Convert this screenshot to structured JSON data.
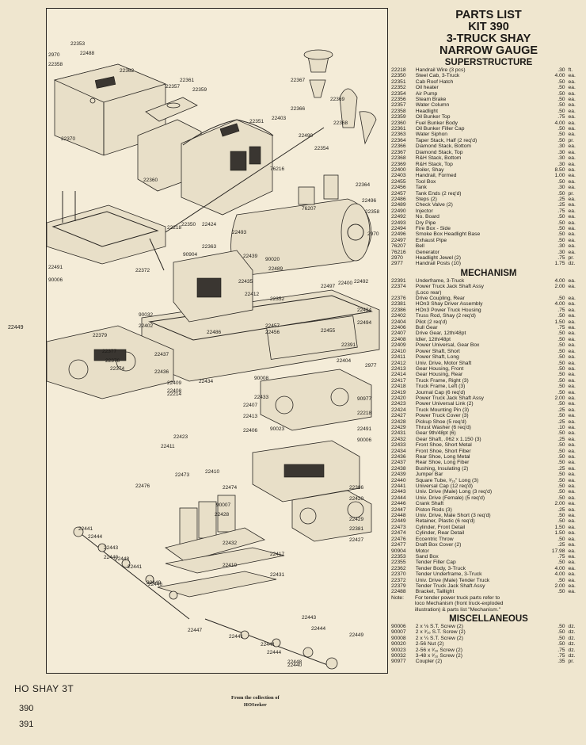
{
  "footer": {
    "model": "HO SHAY 3T",
    "kit_numbers": [
      "390",
      "391"
    ],
    "credit_line1": "From the collection of",
    "credit_line2": "HOSeeker"
  },
  "header": {
    "title_line1": "PARTS LIST",
    "title_line2": "KIT 390",
    "title_line3": "3-TRUCK SHAY",
    "title_line4": "NARROW GAUGE"
  },
  "sections": {
    "superstructure": {
      "title": "SUPERSTRUCTURE",
      "items": [
        {
          "num": "22218",
          "desc": "Handrail Wire (3 pcs)",
          "price": ".30",
          "unit": "ft."
        },
        {
          "num": "22350",
          "desc": "Steel Cab, 3-Truck",
          "price": "4.00",
          "unit": "ea."
        },
        {
          "num": "22351",
          "desc": "Cab Roof Hatch",
          "price": ".50",
          "unit": "ea."
        },
        {
          "num": "22352",
          "desc": "Oil heater",
          "price": ".50",
          "unit": "ea."
        },
        {
          "num": "22354",
          "desc": "Air Pump",
          "price": ".50",
          "unit": "ea."
        },
        {
          "num": "22356",
          "desc": "Steam Brake",
          "price": ".50",
          "unit": "ea."
        },
        {
          "num": "22357",
          "desc": "Water Column",
          "price": ".50",
          "unit": "ea."
        },
        {
          "num": "22358",
          "desc": "Headlight",
          "price": ".50",
          "unit": "ea."
        },
        {
          "num": "22359",
          "desc": "Oil Bunker Top",
          "price": ".75",
          "unit": "ea."
        },
        {
          "num": "22360",
          "desc": "Fuel Bunker Body",
          "price": "4.00",
          "unit": "ea."
        },
        {
          "num": "22361",
          "desc": "Oil Bunker Filler Cap",
          "price": ".50",
          "unit": "ea."
        },
        {
          "num": "22363",
          "desc": "Water Siphon",
          "price": ".50",
          "unit": "ea."
        },
        {
          "num": "22364",
          "desc": "Taper Stack, Half (2 req'd)",
          "price": ".50",
          "unit": "pr."
        },
        {
          "num": "22366",
          "desc": "Diamond Stack, Bottom",
          "price": ".30",
          "unit": "ea."
        },
        {
          "num": "22367",
          "desc": "Diamond Stack, Top",
          "price": ".30",
          "unit": "ea."
        },
        {
          "num": "22368",
          "desc": "R&H Stack, Bottom",
          "price": ".30",
          "unit": "ea."
        },
        {
          "num": "22369",
          "desc": "R&H Stack, Top",
          "price": ".30",
          "unit": "ea."
        },
        {
          "num": "22400",
          "desc": "Boiler, Shay",
          "price": "8.50",
          "unit": "ea."
        },
        {
          "num": "22403",
          "desc": "Handrail, Formed",
          "price": "1.00",
          "unit": "ea."
        },
        {
          "num": "22455",
          "desc": "Tool Box",
          "price": ".50",
          "unit": "ea."
        },
        {
          "num": "22456",
          "desc": "Tank",
          "price": ".30",
          "unit": "ea."
        },
        {
          "num": "22457",
          "desc": "Tank Ends (2 req'd)",
          "price": ".50",
          "unit": "pr."
        },
        {
          "num": "22486",
          "desc": "Steps (2)",
          "price": ".25",
          "unit": "ea."
        },
        {
          "num": "22489",
          "desc": "Check Valve (2)",
          "price": ".25",
          "unit": "ea."
        },
        {
          "num": "22490",
          "desc": "Injector",
          "price": ".75",
          "unit": "ea."
        },
        {
          "num": "22492",
          "desc": "No. Board",
          "price": ".50",
          "unit": "ea."
        },
        {
          "num": "22493",
          "desc": "Dry Pipe",
          "price": ".50",
          "unit": "ea."
        },
        {
          "num": "22494",
          "desc": "Fire Box - Side",
          "price": ".50",
          "unit": "ea."
        },
        {
          "num": "22496",
          "desc": "Smoke Box Headlight Base",
          "price": ".50",
          "unit": "ea."
        },
        {
          "num": "22497",
          "desc": "Exhaust Pipe",
          "price": ".50",
          "unit": "ea."
        },
        {
          "num": "76207",
          "desc": "Bell",
          "price": ".30",
          "unit": "ea."
        },
        {
          "num": "76216",
          "desc": "Generator",
          "price": ".30",
          "unit": "ea."
        },
        {
          "num": "2970",
          "desc": "Headlight Jewel (2)",
          "price": ".75",
          "unit": "pr."
        },
        {
          "num": "2977",
          "desc": "Handrail Posts (10)",
          "price": "1.75",
          "unit": "dz."
        }
      ]
    },
    "mechanism": {
      "title": "MECHANISM",
      "items": [
        {
          "num": "22391",
          "desc": "Underframe, 3-Truck",
          "price": "4.00",
          "unit": "ea."
        },
        {
          "num": "22374",
          "desc": "Power Truck Jack Shaft Assy",
          "price": "2.00",
          "unit": "ea."
        },
        {
          "num": "",
          "desc": "(Loco rear)",
          "price": "",
          "unit": ""
        },
        {
          "num": "22376",
          "desc": "Drive Coupling, Rear",
          "price": ".50",
          "unit": "ea."
        },
        {
          "num": "22381",
          "desc": "HOn3 Shay Driver Assembly",
          "price": "4.00",
          "unit": "ea."
        },
        {
          "num": "22386",
          "desc": "HOn3 Power Truck Housing",
          "price": ".75",
          "unit": "ea."
        },
        {
          "num": "22402",
          "desc": "Truss Rod, Shay (2 req'd)",
          "price": ".50",
          "unit": "ea."
        },
        {
          "num": "22404",
          "desc": "Pilot (2 req'd)",
          "price": "1.50",
          "unit": "ea."
        },
        {
          "num": "22406",
          "desc": "Bull Gear",
          "price": ".75",
          "unit": "ea."
        },
        {
          "num": "22407",
          "desc": "Drive Gear, 12th/48pt",
          "price": ".50",
          "unit": "ea."
        },
        {
          "num": "22408",
          "desc": "Idler, 12th/48pt",
          "price": ".50",
          "unit": "ea."
        },
        {
          "num": "22409",
          "desc": "Power Universal, Gear Box",
          "price": ".50",
          "unit": "ea."
        },
        {
          "num": "22410",
          "desc": "Power Shaft, Short",
          "price": ".50",
          "unit": "ea."
        },
        {
          "num": "22411",
          "desc": "Power Shaft, Long",
          "price": ".50",
          "unit": "ea."
        },
        {
          "num": "22412",
          "desc": "Univ. Drive, Motor Shaft",
          "price": ".50",
          "unit": "ea."
        },
        {
          "num": "22413",
          "desc": "Gear Housing, Front",
          "price": ".50",
          "unit": "ea."
        },
        {
          "num": "22414",
          "desc": "Gear Housing, Rear",
          "price": ".50",
          "unit": "ea."
        },
        {
          "num": "22417",
          "desc": "Truck Frame, Right (3)",
          "price": ".50",
          "unit": "ea."
        },
        {
          "num": "22418",
          "desc": "Truck Frame, Left (3)",
          "price": ".50",
          "unit": "ea."
        },
        {
          "num": "22419",
          "desc": "Journal Cap (6 req'd)",
          "price": ".50",
          "unit": "ea."
        },
        {
          "num": "22420",
          "desc": "Power Truck Jack Shaft Assy",
          "price": "2.00",
          "unit": "ea."
        },
        {
          "num": "22423",
          "desc": "Power Universal Link (2)",
          "price": ".50",
          "unit": "ea."
        },
        {
          "num": "22424",
          "desc": "Truck Mounting Pin (3)",
          "price": ".25",
          "unit": "ea."
        },
        {
          "num": "22427",
          "desc": "Power Truck Cover (3)",
          "price": ".50",
          "unit": "ea."
        },
        {
          "num": "22428",
          "desc": "Pickup Shoe (5 req'd)",
          "price": ".25",
          "unit": "ea."
        },
        {
          "num": "22429",
          "desc": "Thrust Washer (6 req'd)",
          "price": ".10",
          "unit": "ea."
        },
        {
          "num": "22431",
          "desc": "Gear 9th/48pt (6)",
          "price": ".50",
          "unit": "ea."
        },
        {
          "num": "22432",
          "desc": "Gear Shaft, .062 x 1.150 (3)",
          "price": ".25",
          "unit": "ea."
        },
        {
          "num": "22433",
          "desc": "Front Shoe, Short Metal",
          "price": ".50",
          "unit": "ea."
        },
        {
          "num": "22434",
          "desc": "Front Shoe, Short Fiber",
          "price": ".50",
          "unit": "ea."
        },
        {
          "num": "22436",
          "desc": "Rear Shoe, Long Metal",
          "price": ".50",
          "unit": "ea."
        },
        {
          "num": "22437",
          "desc": "Rear Shoe, Long Fiber",
          "price": ".50",
          "unit": "ea."
        },
        {
          "num": "22438",
          "desc": "Bushing, Insulating (2)",
          "price": ".25",
          "unit": "ea."
        },
        {
          "num": "22439",
          "desc": "Jumper Bar",
          "price": ".50",
          "unit": "ea."
        },
        {
          "num": "22440",
          "desc": "Square Tube, ³⁄₁₆\" Long (3)",
          "price": ".50",
          "unit": "ea."
        },
        {
          "num": "22441",
          "desc": "Universal Cap (12 req'd)",
          "price": ".50",
          "unit": "ea."
        },
        {
          "num": "22443",
          "desc": "Univ. Drive (Male) Long (3 req'd)",
          "price": ".50",
          "unit": "ea."
        },
        {
          "num": "22444",
          "desc": "Univ. Drive (Female) (5 req'd)",
          "price": ".50",
          "unit": "ea."
        },
        {
          "num": "22446",
          "desc": "Crank Shaft",
          "price": "2.00",
          "unit": "ea."
        },
        {
          "num": "22447",
          "desc": "Piston Rods (3)",
          "price": ".25",
          "unit": "ea."
        },
        {
          "num": "22448",
          "desc": "Univ. Drive, Male Short (3 req'd)",
          "price": ".50",
          "unit": "ea."
        },
        {
          "num": "22449",
          "desc": "Retainer, Plastic (6 req'd)",
          "price": ".50",
          "unit": "ea."
        },
        {
          "num": "22473",
          "desc": "Cylinder, Front Detail",
          "price": "1.50",
          "unit": "ea."
        },
        {
          "num": "22474",
          "desc": "Cylinder, Rear Detail",
          "price": "1.50",
          "unit": "ea."
        },
        {
          "num": "22476",
          "desc": "Eccentric Throw",
          "price": ".50",
          "unit": "ea."
        },
        {
          "num": "22477",
          "desc": "Draft Box Cover (2)",
          "price": ".25",
          "unit": "ea."
        },
        {
          "num": "90904",
          "desc": "Motor",
          "price": "17.98",
          "unit": "ea."
        },
        {
          "num": "22353",
          "desc": "Sand Box",
          "price": ".75",
          "unit": "ea."
        },
        {
          "num": "22355",
          "desc": "Tender Filler Cap",
          "price": ".50",
          "unit": "ea."
        },
        {
          "num": "22362",
          "desc": "Tender Body, 3-Truck",
          "price": "4.00",
          "unit": "ea."
        },
        {
          "num": "22370",
          "desc": "Tender Underframe, 3-Truck",
          "price": "4.00",
          "unit": "ea."
        },
        {
          "num": "22372",
          "desc": "Univ. Drive (Male) Tender Truck",
          "price": ".50",
          "unit": "ea."
        },
        {
          "num": "22379",
          "desc": "Tender Truck Jack Shaft Assy",
          "price": "2.00",
          "unit": "ea."
        },
        {
          "num": "22488",
          "desc": "Bracket, Taillight",
          "price": ".50",
          "unit": "ea."
        }
      ],
      "note_label": "Note:",
      "note_lines": [
        "For tender power truck parts refer to",
        "loco Mechanism (front truck-exploded",
        "illustration) & parts list \"Mechanism.\""
      ]
    },
    "miscellaneous": {
      "title": "MISCELLANEOUS",
      "items": [
        {
          "num": "90006",
          "desc": "2 x ⅛ S.T. Screw (2)",
          "price": ".50",
          "unit": "dz."
        },
        {
          "num": "90007",
          "desc": "2 x ³⁄₁₆ S.T. Screw (2)",
          "price": ".50",
          "unit": "dz."
        },
        {
          "num": "90008",
          "desc": "2 x ¼ S.T. Screw (2)",
          "price": ".50",
          "unit": "dz."
        },
        {
          "num": "90020",
          "desc": "2-56 Nut (2)",
          "price": ".50",
          "unit": "dz."
        },
        {
          "num": "90023",
          "desc": "2-56 x ³⁄₁₆ Screw (2)",
          "price": ".75",
          "unit": "dz."
        },
        {
          "num": "90032",
          "desc": "3-48 x ³⁄₁₆ Screw (2)",
          "price": ".75",
          "unit": "dz."
        },
        {
          "num": "90977",
          "desc": "Coupler (2)",
          "price": ".35",
          "unit": "pr."
        }
      ]
    }
  },
  "diagram_labels": [
    "22353",
    "22488",
    "2970",
    "22358",
    "22362",
    "22370",
    "22357",
    "22361",
    "22359",
    "22360",
    "22367",
    "22366",
    "22369",
    "22368",
    "22351",
    "22403",
    "22490",
    "22354",
    "76216",
    "22364",
    "22496",
    "22358",
    "76207",
    "22424",
    "22350",
    "22218",
    "22493",
    "2970",
    "22363",
    "90904",
    "22439",
    "90020",
    "22489",
    "22497",
    "22400",
    "22492",
    "22372",
    "22491",
    "90006",
    "22435",
    "22412",
    "22352",
    "22424",
    "22494",
    "90032",
    "22402",
    "22486",
    "22457",
    "22456",
    "22455",
    "22391",
    "22404",
    "2977",
    "22449",
    "22379",
    "22377",
    "22376",
    "22374",
    "22437",
    "22436",
    "22409",
    "22408",
    "22434",
    "90008",
    "22214",
    "22433",
    "22407",
    "22413",
    "90023",
    "22406",
    "90977",
    "22218",
    "22491",
    "90006",
    "22423",
    "22411",
    "22473",
    "22410",
    "22476",
    "22474",
    "90007",
    "22428",
    "22420",
    "22386",
    "22429",
    "22381",
    "22427",
    "22441",
    "22444",
    "22443",
    "22440",
    "22448",
    "22441",
    "22449",
    "22432",
    "22419",
    "22417",
    "22431",
    "22446",
    "22447",
    "22441",
    "22443",
    "22444",
    "22449",
    "22441",
    "22444",
    "22448",
    "22440"
  ]
}
